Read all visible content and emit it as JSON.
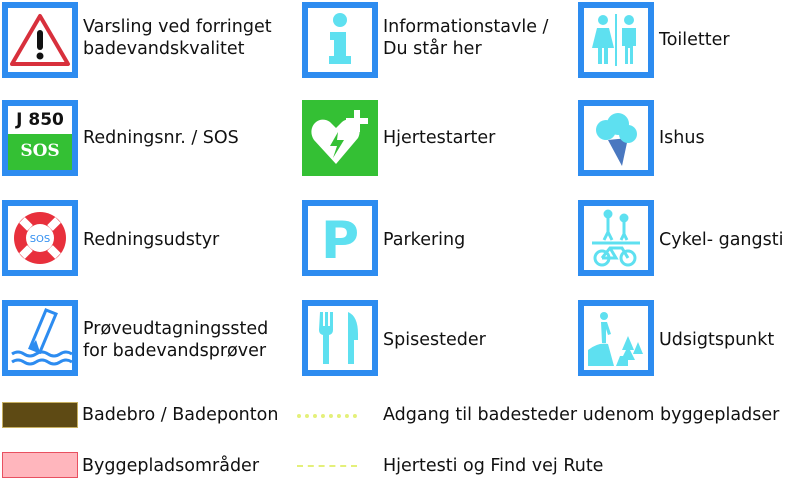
{
  "items": [
    {
      "label": "Varsling ved forringet",
      "label2": "badevandskvalitet",
      "icon": "warning-triangle-icon"
    },
    {
      "label": "Informationstavle /",
      "label2": "Du står her",
      "icon": "info-icon"
    },
    {
      "label": "Toiletter",
      "icon": "toilet-icon"
    },
    {
      "label": "Redningsnr. / SOS",
      "icon": "rescue-number-icon",
      "badge_top": "J 850",
      "badge_bottom": "SOS"
    },
    {
      "label": "Hjertestarter",
      "icon": "defibrillator-icon"
    },
    {
      "label": "Ishus",
      "icon": "ice-cream-icon"
    },
    {
      "label": "Redningsudstyr",
      "icon": "lifebuoy-icon",
      "badge": "SOS"
    },
    {
      "label": "Parkering",
      "icon": "parking-icon",
      "badge": "P"
    },
    {
      "label": "Cykel- gangsti",
      "icon": "bike-path-icon"
    },
    {
      "label": "Prøveudtagningssted",
      "label2": "for badevandsprøver",
      "icon": "water-sample-icon"
    },
    {
      "label": "Spisesteder",
      "icon": "restaurant-icon"
    },
    {
      "label": "Udsigtspunkt",
      "icon": "viewpoint-icon"
    }
  ],
  "lines": [
    {
      "label": "Badebro / Badeponton",
      "color": "#5e4a14"
    },
    {
      "label": "Adgang til badesteder udenom byggepladser",
      "color": "#e4f07a"
    },
    {
      "label": "Byggepladsområder",
      "color": "#ffb6bd"
    },
    {
      "label": "Hjertesti og Find vej Rute",
      "color": "#e4f07a"
    }
  ],
  "colors": {
    "border": "#2d8cf0",
    "icon": "#5ee0f0",
    "green": "#34c034",
    "red": "#e0303c"
  }
}
